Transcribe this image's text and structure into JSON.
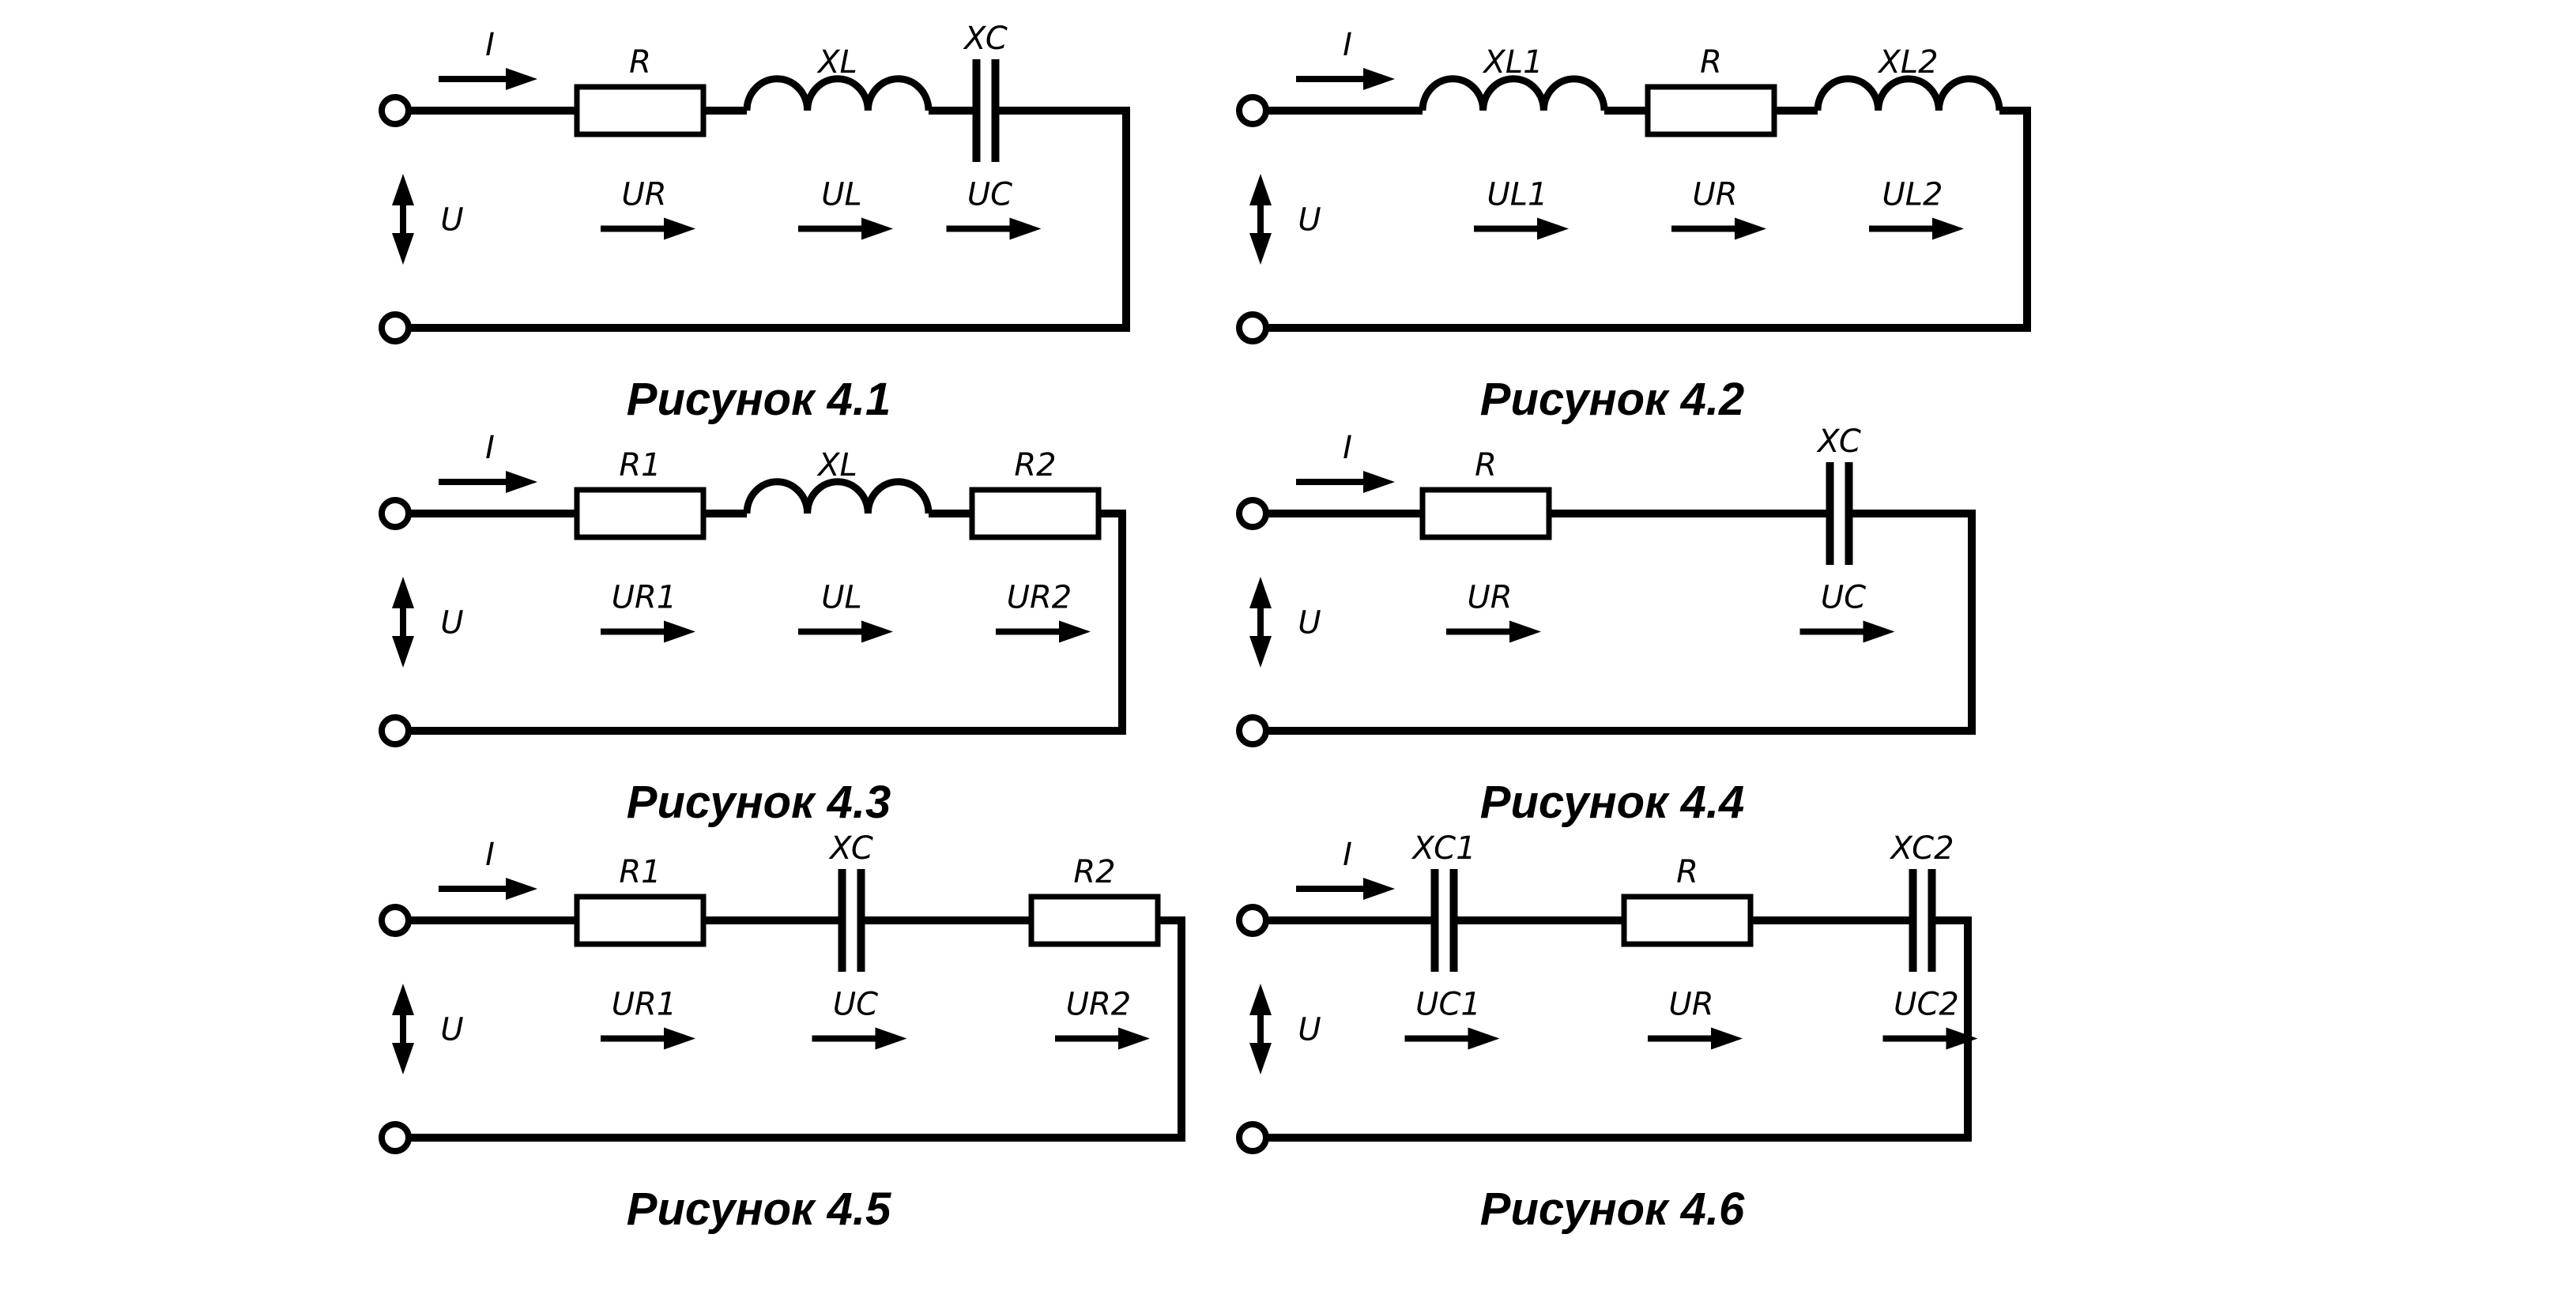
{
  "diagrams": [
    {
      "caption": "Рисунок 4.1",
      "current": "I",
      "voltage": "U",
      "elements": [
        {
          "type": "resistor",
          "label": "R",
          "drop": "UR"
        },
        {
          "type": "inductor",
          "label": "XL",
          "drop": "UL"
        },
        {
          "type": "capacitor",
          "label": "XC",
          "drop": "UC"
        }
      ]
    },
    {
      "caption": "Рисунок 4.2",
      "current": "I",
      "voltage": "U",
      "elements": [
        {
          "type": "inductor",
          "label": "XL1",
          "drop": "UL1"
        },
        {
          "type": "resistor",
          "label": "R",
          "drop": "UR"
        },
        {
          "type": "inductor",
          "label": "XL2",
          "drop": "UL2"
        }
      ]
    },
    {
      "caption": "Рисунок 4.3",
      "current": "I",
      "voltage": "U",
      "elements": [
        {
          "type": "resistor",
          "label": "R1",
          "drop": "UR1"
        },
        {
          "type": "inductor",
          "label": "XL",
          "drop": "UL"
        },
        {
          "type": "resistor",
          "label": "R2",
          "drop": "UR2"
        }
      ]
    },
    {
      "caption": "Рисунок 4.4",
      "current": "I",
      "voltage": "U",
      "elements": [
        {
          "type": "resistor",
          "label": "R",
          "drop": "UR"
        },
        {
          "type": "capacitor",
          "label": "XC",
          "drop": "UC"
        }
      ]
    },
    {
      "caption": "Рисунок 4.5",
      "current": "I",
      "voltage": "U",
      "elements": [
        {
          "type": "resistor",
          "label": "R1",
          "drop": "UR1"
        },
        {
          "type": "capacitor",
          "label": "XC",
          "drop": "UC"
        },
        {
          "type": "resistor",
          "label": "R2",
          "drop": "UR2"
        }
      ]
    },
    {
      "caption": "Рисунок 4.6",
      "current": "I",
      "voltage": "U",
      "elements": [
        {
          "type": "capacitor",
          "label": "XC1",
          "drop": "UC1"
        },
        {
          "type": "resistor",
          "label": "R",
          "drop": "UR"
        },
        {
          "type": "capacitor",
          "label": "XC2",
          "drop": "UC2"
        }
      ]
    }
  ]
}
